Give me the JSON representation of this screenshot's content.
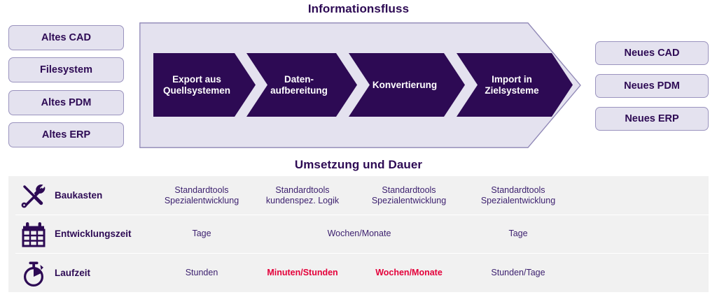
{
  "flow_section": {
    "title": "Informationsfluss",
    "source_systems": [
      {
        "label": "Altes CAD"
      },
      {
        "label": "Filesystem"
      },
      {
        "label": "Altes PDM"
      },
      {
        "label": "Altes ERP"
      }
    ],
    "steps": [
      {
        "label": "Export aus\nQuellsystemen"
      },
      {
        "label": "Daten-\naufbereitung"
      },
      {
        "label": "Konvertierung"
      },
      {
        "label": "Import in\nZielsysteme"
      }
    ],
    "target_systems": [
      {
        "label": "Neues CAD"
      },
      {
        "label": "Neues PDM"
      },
      {
        "label": "Neues ERP"
      }
    ]
  },
  "matrix_section": {
    "title": "Umsetzung und Dauer",
    "rows": [
      {
        "icon": "tools-icon",
        "label": "Baukasten",
        "cells": [
          {
            "text": "Standardtools\nSpezialentwicklung",
            "style": "normal",
            "span": 1
          },
          {
            "text": "Standardtools\nkundenspez. Logik",
            "style": "normal",
            "span": 1
          },
          {
            "text": "Standardtools\nSpezialentwicklung",
            "style": "normal",
            "span": 1
          },
          {
            "text": "Standardtools\nSpezialentwicklung",
            "style": "normal",
            "span": 1
          }
        ]
      },
      {
        "icon": "calendar-icon",
        "label": "Entwicklungszeit",
        "cells": [
          {
            "text": "Tage",
            "style": "normal",
            "span": 1
          },
          {
            "text": "Wochen/Monate",
            "style": "normal",
            "span": 2
          },
          {
            "text": "Tage",
            "style": "normal",
            "span": 1
          }
        ]
      },
      {
        "icon": "stopwatch-icon",
        "label": "Laufzeit",
        "cells": [
          {
            "text": "Stunden",
            "style": "normal",
            "span": 1
          },
          {
            "text": "Minuten/Stunden",
            "style": "red",
            "span": 1
          },
          {
            "text": "Wochen/Monate",
            "style": "red",
            "span": 1
          },
          {
            "text": "Stunden/Tage",
            "style": "normal",
            "span": 1
          }
        ]
      }
    ]
  },
  "colors": {
    "deep_purple": "#2D0A54",
    "lavender": "#E4E2EF",
    "pill_border": "#9A93BE",
    "table_bg": "#F1F1F1",
    "accent_red": "#E4003A",
    "text_purple": "#3B1F6E"
  }
}
